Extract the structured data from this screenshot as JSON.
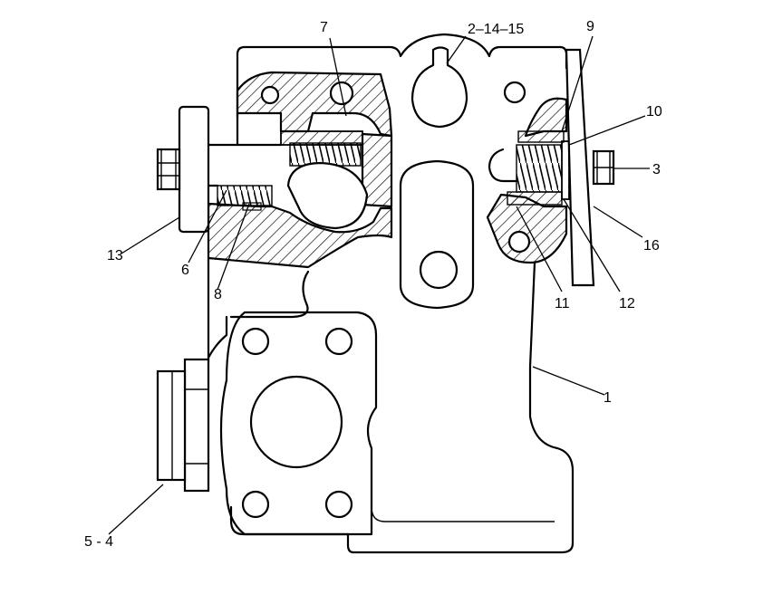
{
  "diagram": {
    "callouts": [
      {
        "id": "c1",
        "text": "1"
      },
      {
        "id": "c2",
        "text": "2–14–15"
      },
      {
        "id": "c3",
        "text": "3"
      },
      {
        "id": "c54",
        "text": "5 - 4"
      },
      {
        "id": "c6",
        "text": "6"
      },
      {
        "id": "c7",
        "text": "7"
      },
      {
        "id": "c8",
        "text": "8"
      },
      {
        "id": "c9",
        "text": "9"
      },
      {
        "id": "c10",
        "text": "10"
      },
      {
        "id": "c11",
        "text": "11"
      },
      {
        "id": "c12",
        "text": "12"
      },
      {
        "id": "c13",
        "text": "13"
      },
      {
        "id": "c16",
        "text": "16"
      }
    ]
  }
}
